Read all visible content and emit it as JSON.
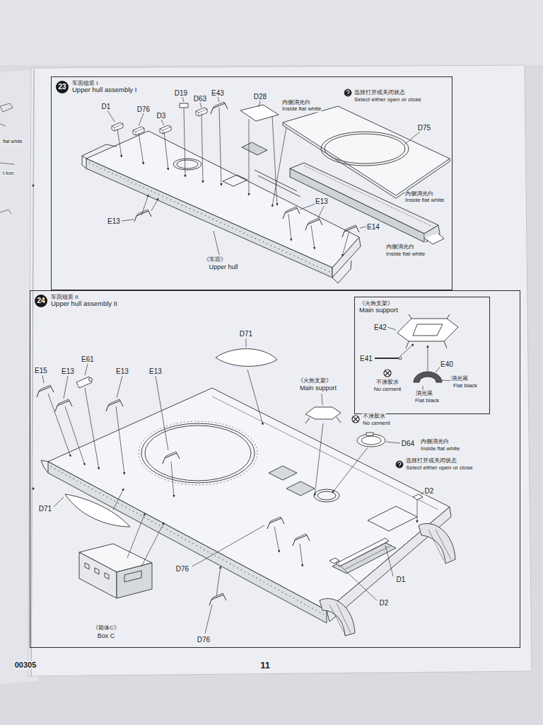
{
  "diagram": {
    "nodes": [
      {
        "text": [
          "23",
          "车面组装 I",
          "Upper hull assembly I"
        ]
      },
      {
        "text": [
          "24",
          "车面组装 II",
          "Upper hull assembly II"
        ]
      },
      {
        "text": [
          "《火炮支架》",
          "Main support"
        ],
        "in": 1
      }
    ],
    "labels": [
      "D1",
      "D76",
      "D3",
      "D19",
      "D63",
      "E43",
      "D28",
      "内侧消光白",
      "Inside flat white",
      "选择打开或关闭状态",
      "Select either open or close",
      "D75",
      "内侧消光白",
      "Inside flat white",
      "E13",
      "E13",
      "E14",
      "内侧消光白",
      "Inside flat white",
      "《车面》",
      "Upper hull",
      "E15",
      "E13",
      "E61",
      "E13",
      "E13",
      "D71",
      "《火炮支架》",
      "Main support",
      "不涂胶水",
      "No cement",
      "D64",
      "内侧消光白",
      "Inside flat white",
      "选择打开或关闭状态",
      "Select either open or close",
      "D2",
      "D71",
      "D76",
      "D1",
      "D2",
      "《箱体C》",
      "Box C",
      "D76",
      "E42",
      "E41",
      "E40",
      "不涂胶水",
      "No cement",
      "消光黑",
      "Flat black",
      "消光黑",
      "Flat black",
      "00305",
      "11",
      "flat white",
      "t iron"
    ]
  }
}
